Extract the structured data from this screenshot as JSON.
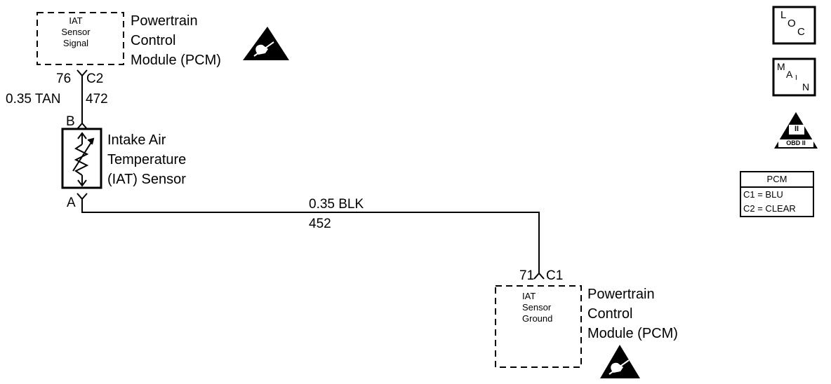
{
  "top_pcm": {
    "label_line1": "Powertrain",
    "label_line2": "Control",
    "label_line3": "Module (PCM)",
    "circuit_line1": "IAT",
    "circuit_line2": "Sensor",
    "circuit_line3": "Signal",
    "pin": "76",
    "connector": "C2",
    "icon": "esd-sensitive-icon"
  },
  "wire_signal": {
    "spec": "0.35 TAN",
    "circuit_number": "472"
  },
  "iat_sensor": {
    "terminal_b": "B",
    "terminal_a": "A",
    "label_line1": "Intake Air",
    "label_line2": "Temperature",
    "label_line3": "(IAT) Sensor",
    "icon": "thermistor-icon"
  },
  "wire_ground": {
    "spec": "0.35 BLK",
    "circuit_number": "452"
  },
  "bottom_pcm": {
    "label_line1": "Powertrain",
    "label_line2": "Control",
    "label_line3": "Module (PCM)",
    "circuit_line1": "IAT",
    "circuit_line2": "Sensor",
    "circuit_line3": "Ground",
    "pin": "71",
    "connector": "C1",
    "icon": "esd-sensitive-icon"
  },
  "legend": {
    "loc": {
      "l": "L",
      "o": "O",
      "c": "C",
      "icon": "loc-icon"
    },
    "main": {
      "m": "M",
      "a": "A",
      "i": "I",
      "n": "N",
      "icon": "main-icon"
    },
    "obd": {
      "numeral": "II",
      "label": "OBD II",
      "icon": "obd-ii-icon"
    },
    "pcm_table": {
      "title": "PCM",
      "row1": "C1 = BLU",
      "row2": "C2 = CLEAR"
    }
  }
}
